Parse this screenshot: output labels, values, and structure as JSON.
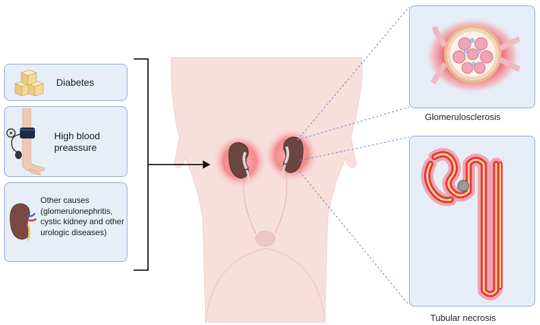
{
  "causes": {
    "diabetes": "Diabetes",
    "high_blood_pressure": "High blood preassure",
    "other": "Other causes (glomerulonephritis, cystic kidney and other urologic diseases)"
  },
  "panels": {
    "glomerulosclerosis": "Glomerulosclerosis",
    "tubular_necrosis": "Tubular necrosis"
  },
  "icons": [
    "sugar-cubes-icon",
    "blood-pressure-cuff-icon",
    "kidney-icon"
  ],
  "colors": {
    "box_fill": "#e7eef8",
    "box_border": "#8fa8d3",
    "body_skin": "#f7dfdc",
    "inflammation_red": "#e8323c",
    "connector_dashed": "#7a93c8"
  }
}
